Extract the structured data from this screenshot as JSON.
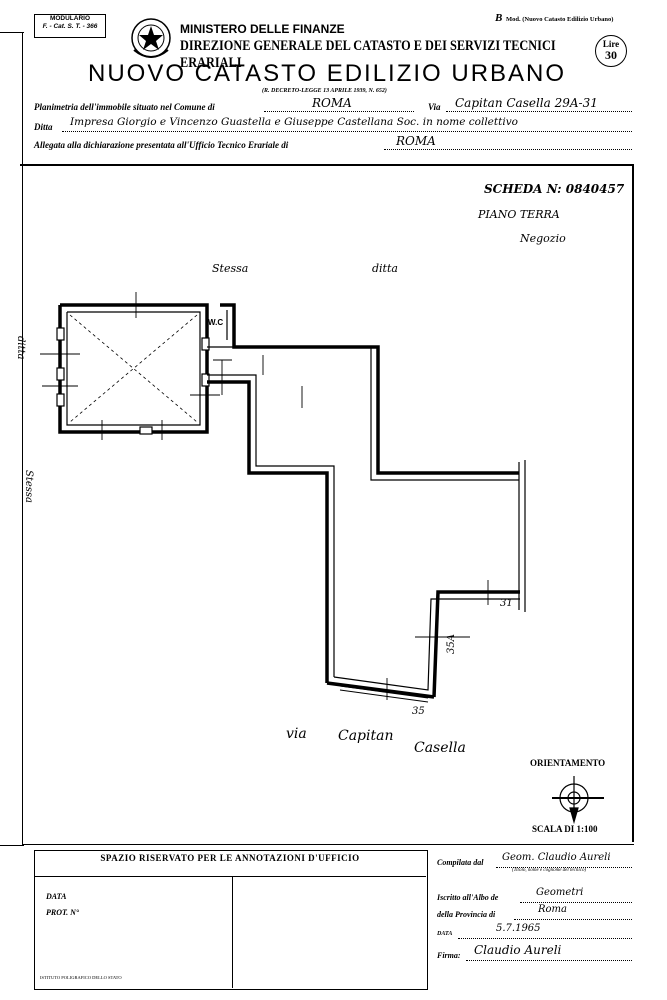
{
  "header": {
    "modulario_line1": "MODULARIO",
    "modulario_line2": "F. - Cat. S. T. - 366",
    "ministry": "MINISTERO DELLE FINANZE",
    "direction": "DIREZIONE GENERALE DEL CATASTO E DEI SERVIZI TECNICI ERARIALI",
    "title": "NUOVO CATASTO EDILIZIO URBANO",
    "decree": "(R. DECRETO-LEGGE 13 APRILE 1939, N. 652)",
    "mod_label": "Mod. (Nuovo Catasto Edilizio Urbano)",
    "mod_letter": "B",
    "price_label": "Lire",
    "price_value": "30"
  },
  "form": {
    "planimetria_label": "Planimetria dell'immobile situato nel Comune di",
    "comune_value": "ROMA",
    "via_label": "Via",
    "via_value": "Capitan Casella 29A-31",
    "ditta_label": "Ditta",
    "ditta_value": "Impresa Giorgio e Vincenzo Guastella e Giuseppe Castellana Soc. in nome collettivo",
    "allegata_label": "Allegata alla dichiarazione presentata all'Ufficio Tecnico Erariale di",
    "ufficio_value": "ROMA"
  },
  "plan": {
    "scheda": "SCHEDA N: 0840457",
    "piano": "PIANO TERRA",
    "use": "Negozio",
    "label_stessa_top": "Stessa",
    "label_ditta_top": "ditta",
    "label_ditta_left": "ditta",
    "label_stessa_left": "Stessa",
    "label_wc": "W.C",
    "label_civ_31": "31",
    "label_civ_35a": "35A",
    "label_civ_35": "35",
    "street_word1": "via",
    "street_word2": "Capitan",
    "street_word3": "Casella",
    "orientamento": "ORIENTAMENTO",
    "scala": "SCALA DI 1:100"
  },
  "annotations": {
    "title": "SPAZIO RISERVATO PER LE ANNOTAZIONI D'UFFICIO",
    "data_label": "DATA",
    "prot_label": "PROT. N°"
  },
  "compilation": {
    "compilata_label": "Compilata dal",
    "compilata_value": "Geom. Claudio Aureli",
    "compilata_note": "(Titolo, nome e cognome del tecnico)",
    "iscritto_label": "Iscritto all'Albo de",
    "iscritto_value": "Geometri",
    "provincia_label": "della Provincia di",
    "provincia_value": "Roma",
    "data_label": "DATA",
    "data_value": "5.7.1965",
    "firma_label": "Firma:",
    "firma_value": "Claudio Aureli"
  },
  "footer": {
    "printer": "ISTITUTO POLIGRAFICO DELLO STATO"
  }
}
